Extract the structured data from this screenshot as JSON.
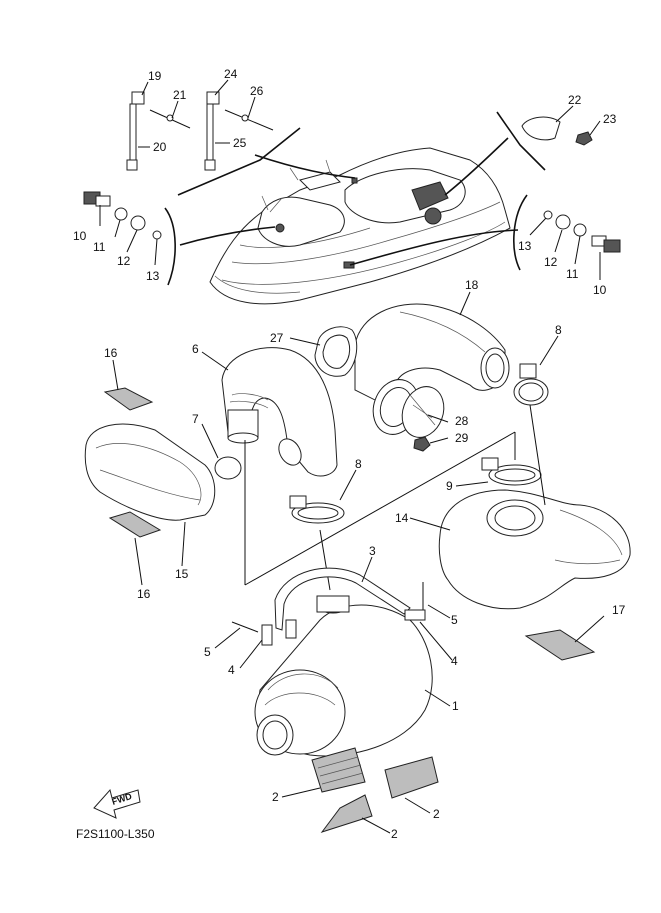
{
  "diagram": {
    "code": "F2S1100-L350",
    "forward_label": "FWD",
    "callouts": [
      {
        "id": "c19",
        "text": "19"
      },
      {
        "id": "c21",
        "text": "21"
      },
      {
        "id": "c20",
        "text": "20"
      },
      {
        "id": "c24",
        "text": "24"
      },
      {
        "id": "c26",
        "text": "26"
      },
      {
        "id": "c25",
        "text": "25"
      },
      {
        "id": "c22",
        "text": "22"
      },
      {
        "id": "c23",
        "text": "23"
      },
      {
        "id": "c10a",
        "text": "10"
      },
      {
        "id": "c11a",
        "text": "11"
      },
      {
        "id": "c12a",
        "text": "12"
      },
      {
        "id": "c13a",
        "text": "13"
      },
      {
        "id": "c13b",
        "text": "13"
      },
      {
        "id": "c12b",
        "text": "12"
      },
      {
        "id": "c11b",
        "text": "11"
      },
      {
        "id": "c10b",
        "text": "10"
      },
      {
        "id": "c18",
        "text": "18"
      },
      {
        "id": "c27",
        "text": "27"
      },
      {
        "id": "c8a",
        "text": "8"
      },
      {
        "id": "c16a",
        "text": "16"
      },
      {
        "id": "c6",
        "text": "6"
      },
      {
        "id": "c7",
        "text": "7"
      },
      {
        "id": "c28",
        "text": "28"
      },
      {
        "id": "c29",
        "text": "29"
      },
      {
        "id": "c8b",
        "text": "8"
      },
      {
        "id": "c9",
        "text": "9"
      },
      {
        "id": "c14",
        "text": "14"
      },
      {
        "id": "c15",
        "text": "15"
      },
      {
        "id": "c16b",
        "text": "16"
      },
      {
        "id": "c3",
        "text": "3"
      },
      {
        "id": "c5a",
        "text": "5"
      },
      {
        "id": "c5b",
        "text": "5"
      },
      {
        "id": "c4a",
        "text": "4"
      },
      {
        "id": "c4b",
        "text": "4"
      },
      {
        "id": "c17",
        "text": "17"
      },
      {
        "id": "c1",
        "text": "1"
      },
      {
        "id": "c2a",
        "text": "2"
      },
      {
        "id": "c2b",
        "text": "2"
      },
      {
        "id": "c2c",
        "text": "2"
      }
    ]
  }
}
